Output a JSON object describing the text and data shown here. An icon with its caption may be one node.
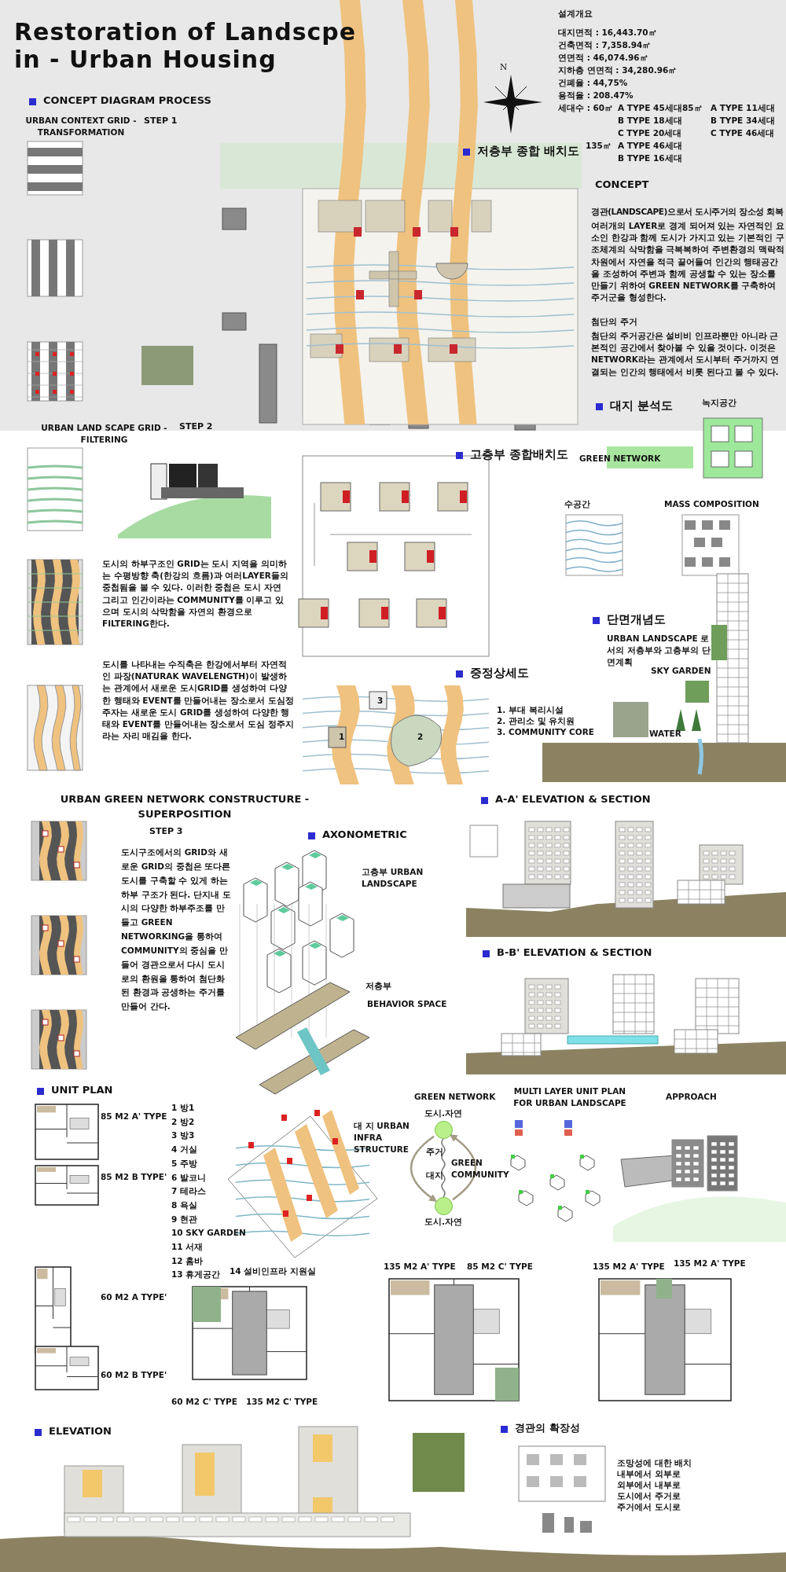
{
  "diagram": {
    "title": "Restoration of Landscpe in - Urban Housing",
    "nodes": [
      {
        "text": [
          "도시.자연"
        ]
      },
      {
        "text": [
          "도시.자연"
        ]
      }
    ],
    "edges": [
      {
        "from": 0,
        "to": 1,
        "arrow": "to",
        "color": "#a39b85"
      },
      {
        "from": 1,
        "to": 0,
        "arrow": "to",
        "color": "#a39b85"
      },
      {
        "from": 0,
        "to": 1,
        "arrow": "none",
        "color": "#777777"
      }
    ],
    "labels": [
      "설계개요",
      "대지면적 : 16,443.70㎡",
      "건축면적 : 7,358.94㎡",
      "연면적 : 46,074.96㎡",
      "지하층 연면적 : 34,280.96㎡",
      "건폐율 : 44,75%",
      "용적율 : 208.47%",
      "세대수 : 60㎡",
      "A TYPE 45세대",
      "85㎡",
      "A TYPE 11세대",
      "B TYPE 18세대",
      "B TYPE 34세대",
      "C TYPE 20세대",
      "C TYPE 46세대",
      "135㎡",
      "A TYPE 46세대",
      "B TYPE 16세대",
      "N",
      "CONCEPT DIAGRAM PROCESS",
      "URBAN CONTEXT GRID - TRANSFORMATION",
      "STEP 1",
      "저층부 종합 배치도",
      "CONCEPT",
      "경관(LANDSCAPE)으로서 도시주거의 장소성 회복",
      "여러개의 LAYER로 경계 되어져 있는 자연적인 요소인 한강과 함께 도시가 가지고 있는 기본적인 구조체계의 삭막함을 극복복하여 주변환경의 맥락적 차원에서 자연을 적극 끌어들여 인간의 행태공간을 조성하여 주변과 함께 공생할 수 있는 장소를 만들기 위하여 GREEN NETWORK를 구축하여 주거군을 형성한다.",
      "첨단의 주거",
      "첨단의 주거공간은 설비비 인프라뿐만 아니라 근본적인 공간에서 찾아볼 수 있을 것이다. 이것은 NETWORK라는 관계에서 도시부터 주거까지 연결되는 인간의 행태에서 비롯 된다고 볼 수 있다.",
      "대지 분석도",
      "녹지공간",
      "URBAN LAND SCAPE GRID - FILTERING",
      "STEP 2",
      "고층부 종합배치도",
      "GREEN NETWORK",
      "수공간",
      "MASS COMPOSITION",
      "도시의 하부구조인 GRID는 도시 지역을 의미하는 수평방향 축(한강의 흐름)과 여러LAYER들의 중첩됨을 볼 수 있다. 이러한 중첩은 도시 자연 그리고 인간이라는 COMMUNITY를 이루고 있으며 도시의 삭막함을 자연의 환경으로 FILTERING한다.",
      "단면개념도",
      "URBAN LANDSCAPE 로서의 저층부와 고층부의 단면계획",
      "SKY GARDEN",
      "중정상세도",
      "도시를 나타내는 수직축은 한강에서부터 자연적인 파장(NATURAK WAVELENGTH)이 발생하는 관계에서 새로운 도시GRID를 생성하여 다양한 행태와 EVENT를 만들어내는 장소로서 도심정주자는 새로운 도시 GRID를 생성하여 다양한 행태와 EVENT를 만들어내는 장소로서 도심 정주지라는 자리 매김을 한다.",
      "3",
      "1. 부대 복리시설",
      "2. 관리소 및 유치원",
      "3. COMMUNITY CORE",
      "1",
      "2",
      "WATER",
      "URBAN GREEN NETWORK CONSTRUCTURE - SUPERPOSITION",
      "A-A' ELEVATION & SECTION",
      "STEP 3",
      "AXONOMETRIC",
      "도시구조에서의 GRID와 새로운 GRID의 중첩은 또다른 도시를 구축할 수 있게 하는 하부 구조가 된다. 단지내 도시의 다양한 하부주조를 만들고 GREEN NETWORKING을 통하여 COMMUNITY의 중심을 만들어 경관으로서 다시 도시로의 환원을 통하여 첨단화된 환경과 공생하는 주거를 만들어 간다.",
      "고층부 URBAN LANDSCAPE",
      "B-B' ELEVATION & SECTION",
      "저층부",
      "BEHAVIOR SPACE",
      "UNIT PLAN",
      "GREEN NETWORK",
      "MULTI LAYER UNIT PLAN FOR URBAN LANDSCAPE",
      "APPROACH",
      "85 M2 A' TYPE",
      "1 방1",
      "2 방2",
      "대 지 URBAN INFRA STRUCTURE",
      "3 방3",
      "4 거실",
      "주거",
      "5 주방",
      "GREEN COMMUNITY",
      "85 M2 B TYPE'",
      "6 발코니",
      "대지",
      "7 테라스",
      "8 욕실",
      "9 현관",
      "10 SKY GARDEN",
      "11 서재",
      "12 홈바",
      "13 휴게공간",
      "14 설비인프라 지원실",
      "135 M2 A' TYPE",
      "85 M2 C' TYPE",
      "135 M2 A' TYPE",
      "135 M2 A' TYPE",
      "60 M2 A TYPE'",
      "60 M2 B TYPE'",
      "60 M2 C' TYPE",
      "135 M2 C' TYPE",
      "ELEVATION",
      "경관의 확장성",
      "조망성에 대한 배치",
      "내부에서 외부로",
      "외부에서 내부로",
      "도시에서 주거로",
      "주거에서 도시로"
    ]
  }
}
